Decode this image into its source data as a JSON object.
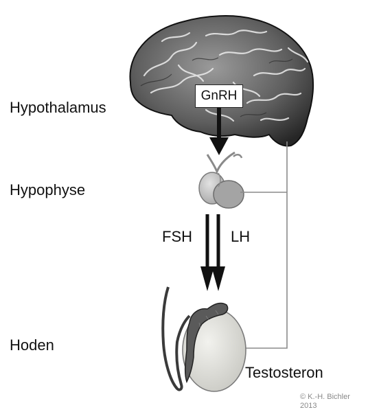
{
  "labels": {
    "hypothalamus": "Hypothalamus",
    "hypophyse": "Hypophyse",
    "hoden": "Hoden",
    "gnrh": "GnRH",
    "fsh": "FSH",
    "lh": "LH",
    "testosteron": "Testosteron"
  },
  "copyright": {
    "line1": "© K.-H. Bichler",
    "line2": "2013"
  },
  "colors": {
    "line": "#111111",
    "feedback_line": "#8a8a8a",
    "gland_fill": "#cfcfcf",
    "testis_fill": "#e6e6e2",
    "brain_fill": "#6f6f6f"
  }
}
